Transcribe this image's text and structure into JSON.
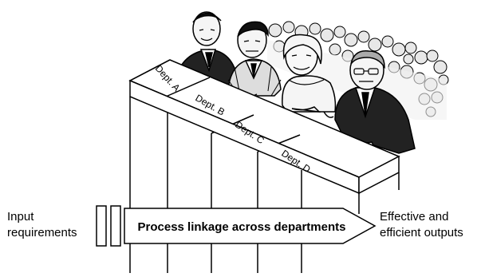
{
  "departments": [
    "Dept. A",
    "Dept. B",
    "Dept. C",
    "Dept. D"
  ],
  "input": {
    "line1": "Input",
    "line2": "requirements"
  },
  "process_arrow": {
    "label": "Process linkage across departments"
  },
  "output": {
    "line1": "Effective and",
    "line2": "efficient outputs"
  },
  "colors": {
    "ink": "#000000",
    "background": "#ffffff",
    "figure_fill": "#f5f5f5",
    "crowd_fill": "#e8e8e8"
  }
}
